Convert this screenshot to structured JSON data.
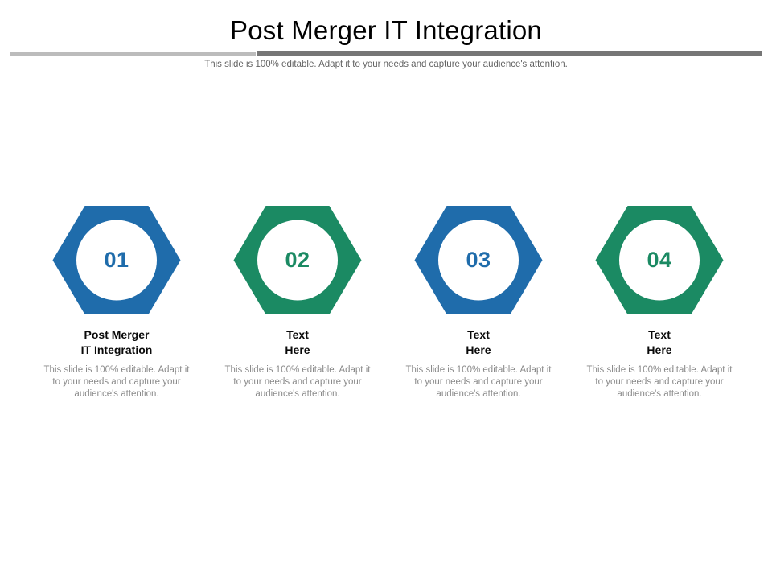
{
  "header": {
    "title": "Post Merger IT Integration",
    "subtitle": "This slide is 100% editable. Adapt it to your needs and capture your audience's attention."
  },
  "theme": {
    "blue": "#1F6CAB",
    "green": "#1B8A63",
    "blue_number": "#1F6CAB",
    "green_number": "#1B8A63",
    "heading_color": "#0a0a0a",
    "body_color": "#8a8a8a",
    "divider_light": "#bcbcbc",
    "divider_dark": "#767676"
  },
  "steps": [
    {
      "number": "01",
      "color": "#1F6CAB",
      "heading_line1": "Post Merger",
      "heading_line2": "IT Integration",
      "body": "This slide is 100% editable. Adapt it to your needs and capture your audience's attention."
    },
    {
      "number": "02",
      "color": "#1B8A63",
      "heading_line1": "Text",
      "heading_line2": "Here",
      "body": "This slide is 100% editable. Adapt it to your needs and capture your audience's attention."
    },
    {
      "number": "03",
      "color": "#1F6CAB",
      "heading_line1": "Text",
      "heading_line2": "Here",
      "body": "This slide is 100% editable. Adapt it to your needs and capture your audience's attention."
    },
    {
      "number": "04",
      "color": "#1B8A63",
      "heading_line1": "Text",
      "heading_line2": "Here",
      "body": "This slide is 100% editable. Adapt it to your needs and capture your audience's attention."
    }
  ]
}
